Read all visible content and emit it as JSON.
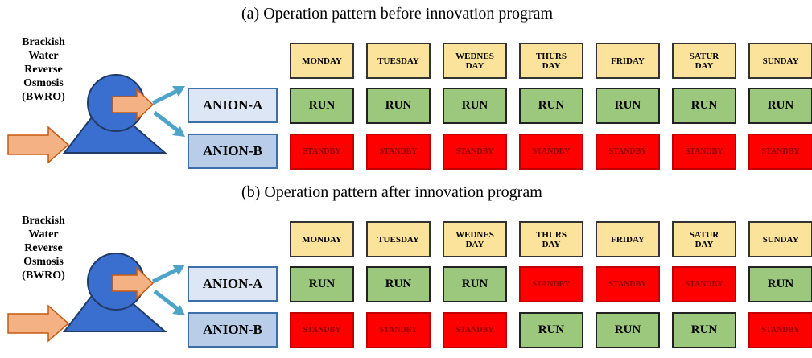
{
  "panels": [
    {
      "title": "(a)  Operation pattern before innovation program",
      "bwro_label": "Brackish\nWater\nReverse\nOsmosis\n(BWRO)",
      "days": [
        "MONDAY",
        "TUESDAY",
        "WEDNES\nDAY",
        "THURS\nDAY",
        "FRIDAY",
        "SATUR\nDAY",
        "SUNDAY"
      ],
      "rows": [
        {
          "label": "ANION-A",
          "states": [
            "RUN",
            "RUN",
            "RUN",
            "RUN",
            "RUN",
            "RUN",
            "RUN"
          ]
        },
        {
          "label": "ANION-B",
          "states": [
            "STANDBY",
            "STANDBY",
            "STANDBY",
            "STANDBY",
            "STANDBY",
            "STANDBY",
            "STANDBY"
          ]
        }
      ]
    },
    {
      "title": "(b)  Operation pattern after innovation program",
      "bwro_label": "Brackish\nWater\nReverse\nOsmosis\n(BWRO)",
      "days": [
        "MONDAY",
        "TUESDAY",
        "WEDNES\nDAY",
        "THURS\nDAY",
        "FRIDAY",
        "SATUR\nDAY",
        "SUNDAY"
      ],
      "rows": [
        {
          "label": "ANION-A",
          "states": [
            "RUN",
            "RUN",
            "RUN",
            "STANDBY",
            "STANDBY",
            "STANDBY",
            "RUN"
          ]
        },
        {
          "label": "ANION-B",
          "states": [
            "STANDBY",
            "STANDBY",
            "STANDBY",
            "RUN",
            "RUN",
            "RUN",
            "STANDBY"
          ]
        }
      ]
    }
  ],
  "colors": {
    "run": "#9bc87d",
    "standby": "#ff0000",
    "day": "#fbe39b",
    "pump": "#3a6fcf",
    "arrow": "#f4b183",
    "pipe_arrow": "#4ea3c8"
  }
}
